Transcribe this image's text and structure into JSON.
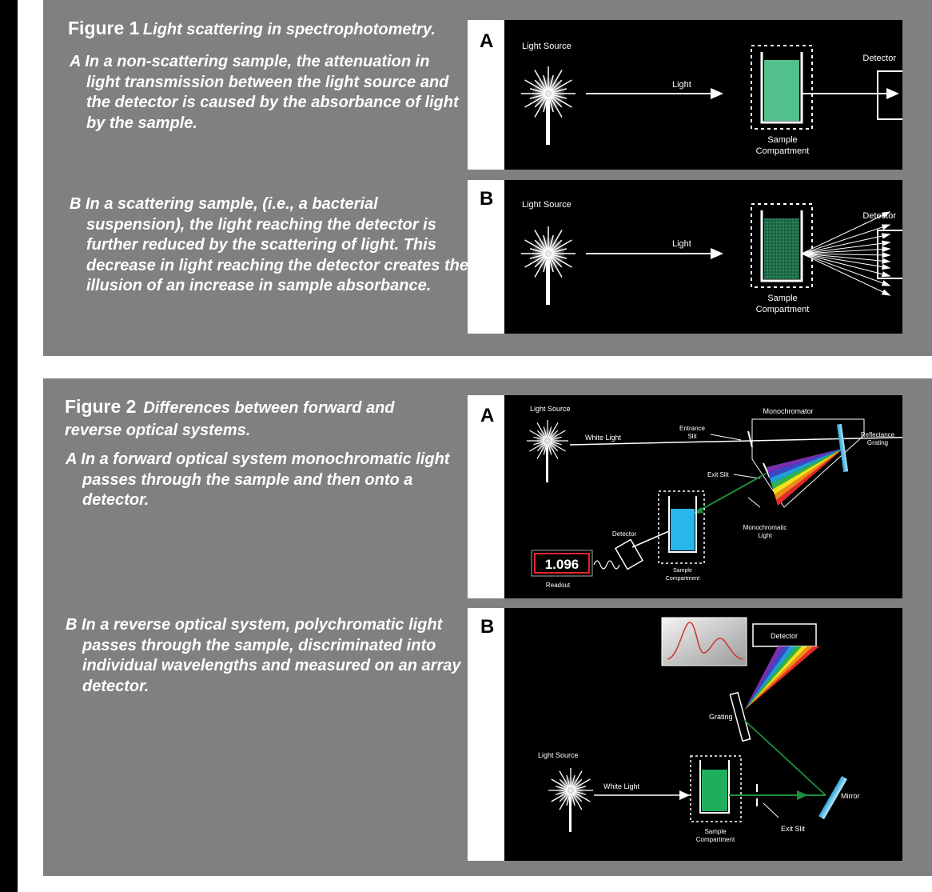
{
  "figure1": {
    "number": "Figure 1",
    "caption": "Light scattering in spectrophotometry.",
    "paragraph_a": "A In a non-scattering sample, the attenuation in light transmission between the light source and the detector is caused by the absorbance of light by the sample.",
    "paragraph_b": "B In a scattering sample, (i.e., a bacterial suspension), the light reaching the detector is further reduced by the scattering of light. This decrease in light reaching the detector creates the illusion of an increase in sample absorbance.",
    "panel_a": {
      "letter": "A",
      "light_source": "Light Source",
      "light": "Light",
      "detector": "Detector",
      "sample": "Sample",
      "compartment": "Compartment",
      "sample_color": "#52c08a"
    },
    "panel_b": {
      "letter": "B",
      "light_source": "Light Source",
      "light": "Light",
      "detector": "Detector",
      "sample": "Sample",
      "compartment": "Compartment",
      "sample_color": "#1f6a48"
    }
  },
  "figure2": {
    "number": "Figure 2",
    "caption": "Differences between forward and reverse optical systems.",
    "paragraph_a": "A In a forward optical system monochromatic light passes through the sample and then onto a detector.",
    "paragraph_b": "B In a reverse optical system, polychromatic light passes through the sample, discriminated into individual wavelengths and measured on an array detector.",
    "panel_a": {
      "letter": "A",
      "light_source": "Light Source",
      "white_light": "White Light",
      "monochromator": "Monochromator",
      "entrance": "Entrance",
      "slit": "Slit",
      "reflectance": "Reflectance",
      "grating": "Grating",
      "exit_slit": "Exit Slit",
      "monochromatic": "Monochromatic",
      "light": "Light",
      "detector": "Detector",
      "readout_value": "1.096",
      "readout": "Readout",
      "sample": "Sample",
      "compartment": "Compartment",
      "sample_color": "#29b6ea",
      "readout_color": "#e8242a"
    },
    "panel_b": {
      "letter": "B",
      "detector": "Detector",
      "grating": "Grating",
      "light_source": "Light Source",
      "white_light": "White Light",
      "mirror": "Mirror",
      "exit_slit": "Exit Slit",
      "sample": "Sample",
      "compartment": "Compartment",
      "sample_color": "#1fae5c",
      "spectrum_color": "#d0342c"
    }
  }
}
